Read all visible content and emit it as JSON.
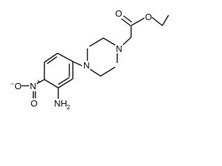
{
  "molecule": {
    "atoms": {
      "carbonyl_oxygen": "O",
      "ester_oxygen": "O",
      "piperazine_n_right": "N",
      "piperazine_n_left": "N",
      "nitro_oxygen_left": "O",
      "nitro_oxygen_charge": "−",
      "nitro_nitrogen": "N",
      "nitro_nitrogen_charge": "+",
      "amino_group": "NH",
      "amino_subscript": "2"
    },
    "colors": {
      "bond": "#000000",
      "label": "#000000",
      "background": "#ffffff"
    }
  }
}
